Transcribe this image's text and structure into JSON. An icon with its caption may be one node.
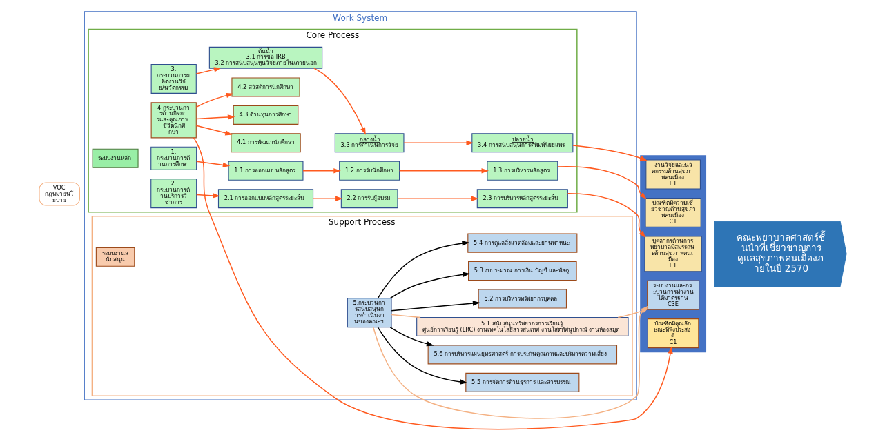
{
  "diagram": {
    "nodes": [
      {
        "text": [
          "VOC กฎหมายนโยบาย"
        ]
      },
      {
        "text": [
          "Work System"
        ]
      },
      {
        "text": [
          "Core Process"
        ],
        "in": 1
      },
      {
        "text": [
          "ระบบงานหลัก"
        ],
        "in": 2
      },
      {
        "text": [
          "1. กระบวนการด้านการศึกษา"
        ],
        "in": 2
      },
      {
        "text": [
          "1.1 การออกแบบหลักสูตร"
        ],
        "in": 2
      },
      {
        "text": [
          "1.2 การรับนักศึกษา"
        ],
        "in": 2
      },
      {
        "text": [
          "1.3 การบริหารหลักสูตร"
        ],
        "in": 2
      },
      {
        "text": [
          "2. กระบวนการด้านบริการวิชาการ"
        ],
        "in": 2
      },
      {
        "text": [
          "2.1 การออกแบบหลักสูตรระยะสั้น"
        ],
        "in": 2
      },
      {
        "text": [
          "2.2 การรับผู้อบรม"
        ],
        "in": 2
      },
      {
        "text": [
          "2.3 การบริหารหลักสูตรระยะสั้น"
        ],
        "in": 2
      },
      {
        "text": [
          "3. กระบวนการผลิตงานวิจัย/นวัตกรรม"
        ],
        "in": 2
      },
      {
        "text": [
          "ต้นน้ำ",
          "3.1 การขอ IRB",
          "3.2 การสนับสนุนทุนวิจัยภายใน/ภายนอก"
        ],
        "in": 2
      },
      {
        "text": [
          "กลางน้ำ",
          "3.3 การดำเนินการวิจัย"
        ],
        "in": 2
      },
      {
        "text": [
          "ปลายน้ำ",
          "3.4 การสนับสนุนการตีพิมพ์/เผยแพร่"
        ],
        "in": 2
      },
      {
        "text": [
          "4.กระบวนการด้านกิจการและคุณภาพชีวิตนักศึกษา"
        ],
        "in": 2
      },
      {
        "text": [
          "4.1 การพัฒนานักศึกษา"
        ],
        "in": 2
      },
      {
        "text": [
          "4.3 ด้านทุนการศึกษา"
        ],
        "in": 2
      },
      {
        "text": [
          "4.2 สวัสดิการนักศึกษา"
        ],
        "in": 2
      },
      {
        "text": [
          "Support Process"
        ],
        "in": 1
      },
      {
        "text": [
          "ระบบงานสนับสนุน"
        ],
        "in": 20
      },
      {
        "text": [
          "5.กระบวนการสนับสนุนการดำเนินงานของคณะฯ"
        ],
        "in": 20
      },
      {
        "text": [
          "5.1 สนับสนุนทรัพยากรการเรียนรู้",
          "ศูนย์การเรียนรู้ (LRC) งานเทคโนโลยีสารสนเทศ งานโสตทัศนูปกรณ์ งานห้องสมุด"
        ],
        "in": 20
      },
      {
        "text": [
          "5.2 การบริหารทรัพยากรบุคคล"
        ],
        "in": 20
      },
      {
        "text": [
          "5.3 งบประมาณ การเงิน บัญชี และพัสดุ"
        ],
        "in": 20
      },
      {
        "text": [
          "5.4 การดูแลสิ่งแวดล้อมและยานพาหนะ"
        ],
        "in": 20
      },
      {
        "text": [
          "5.5 การจัดการด้านธุรการ และสารบรรณ"
        ],
        "in": 20
      },
      {
        "text": [
          "5.6 การบริหารแผนยุทธศาสตร์ การประกันคุณภาพและบริหารความเสี่ยง"
        ],
        "in": 20
      },
      {
        "text": [],
        "shape": "box"
      },
      {
        "text": [
          "บัณฑิตมีความเชี่ยวชาญด้านสุขภาพคนเมือง",
          "C1"
        ],
        "in": 29
      },
      {
        "text": [
          "บุคลากรด้านการพยาบาลมีสมรรถนะด้านสุขภาพคนเมือง",
          "E1"
        ],
        "in": 29
      },
      {
        "text": [
          "งานวิจัยและนวัตกรรมด้านสุขภาพคนเมือง",
          "E1"
        ],
        "in": 29
      },
      {
        "text": [
          "บัณฑิตมีคุณลักษณะที่พึงประสงค์",
          "C1"
        ],
        "in": 29
      },
      {
        "text": [
          "ระบบงานและกระบวนการทำงานได้มาตรฐาน",
          "C3E"
        ],
        "in": 29
      },
      {
        "text": [
          "คณะพยาบาลศาสตร์ชั้นนำที่เชี่ยวชาญการดูแลสุขภาพคนเมืองภายในปี 2570"
        ]
      }
    ],
    "edges": [
      {
        "from": 4,
        "to": 5,
        "arrow": "to"
      },
      {
        "from": 5,
        "to": 6,
        "arrow": "to"
      },
      {
        "from": 6,
        "to": 7,
        "arrow": "to"
      },
      {
        "from": 7,
        "to": 30,
        "arrow": "to"
      },
      {
        "from": 8,
        "to": 9,
        "arrow": "to"
      },
      {
        "from": 9,
        "to": 10,
        "arrow": "to"
      },
      {
        "from": 10,
        "to": 11,
        "arrow": "to"
      },
      {
        "from": 11,
        "to": 31,
        "arrow": "to"
      },
      {
        "from": 12,
        "to": 13,
        "arrow": "to"
      },
      {
        "from": 13,
        "to": 14,
        "arrow": "to"
      },
      {
        "from": 14,
        "to": 15,
        "arrow": "to"
      },
      {
        "from": 15,
        "to": 32,
        "arrow": "to"
      },
      {
        "from": 16,
        "to": 17,
        "arrow": "to"
      },
      {
        "from": 16,
        "to": 19,
        "arrow": "to"
      },
      {
        "from": 16,
        "to": 18,
        "arrow": "to"
      },
      {
        "from": 16,
        "to": 33,
        "arrow": "to"
      },
      {
        "from": 22,
        "to": 23,
        "arrow": "none",
        "color": "#f4b183"
      },
      {
        "from": 23,
        "to": 34,
        "arrow": "to",
        "color": "#f4b183"
      },
      {
        "from": 22,
        "to": 24,
        "arrow": "to",
        "color": "#000000"
      },
      {
        "from": 22,
        "to": 27,
        "arrow": "to",
        "color": "#000000"
      },
      {
        "from": 22,
        "to": 25,
        "arrow": "to",
        "color": "#000000"
      },
      {
        "from": 22,
        "to": 28,
        "arrow": "to",
        "color": "#000000"
      },
      {
        "from": 22,
        "to": 26,
        "arrow": "to",
        "color": "#000000"
      },
      {
        "from": 22,
        "to": 34,
        "arrow": "to",
        "color": "#f4b183"
      }
    ]
  }
}
